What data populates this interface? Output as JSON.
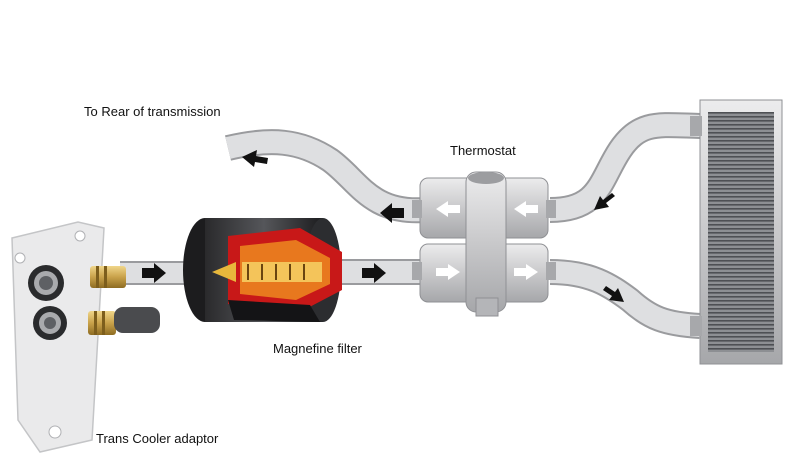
{
  "labels": {
    "rear": "To Rear of transmission",
    "thermostat": "Thermostat",
    "filter": "Magnefine filter",
    "adaptor": "Trans Cooler adaptor"
  },
  "colors": {
    "hose": "#d9dadc",
    "hose_edge": "#9a9b9e",
    "arrow": "#111111",
    "filter_red": "#c81818",
    "filter_orange": "#e8781e",
    "metal": "#c9c9cb",
    "brass": "#c9a24a",
    "cooler_frame": "#b5b6b8",
    "fins": "#5a5c60"
  }
}
